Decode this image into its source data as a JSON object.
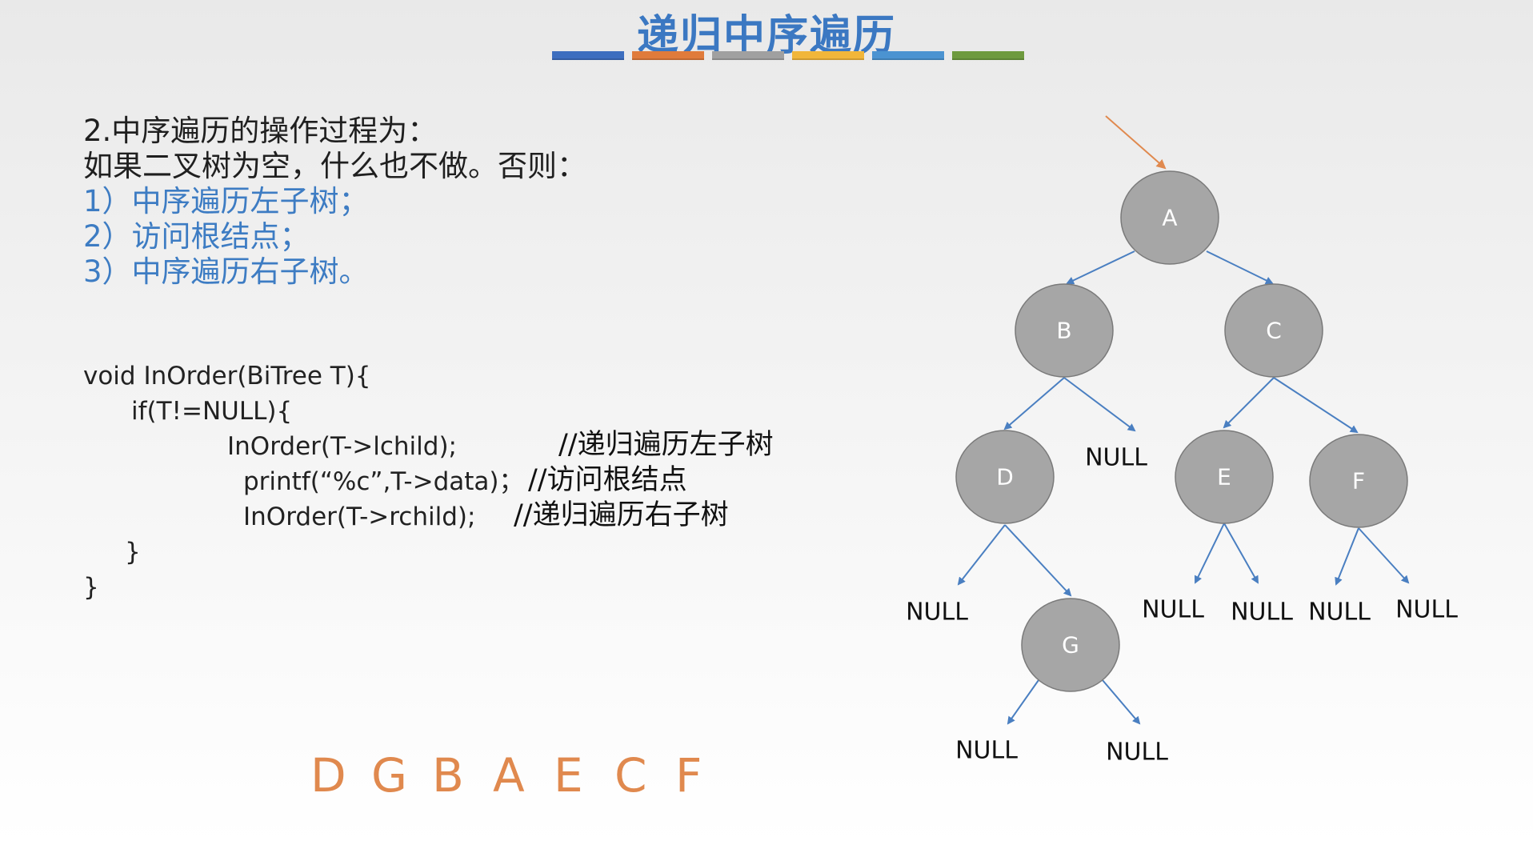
{
  "title": "递归中序遍历",
  "accent_bars": [
    "#3d6ebf",
    "#e07b3b",
    "#a0a0a0",
    "#f1b63a",
    "#4b93d1",
    "#6e9a3e"
  ],
  "steps": {
    "heading": "2.中序遍历的操作过程为：",
    "condition": "如果二叉树为空，什么也不做。否则：",
    "step1": "1）中序遍历左子树；",
    "step2": "2）访问根结点；",
    "step3": "3）中序遍历右子树。"
  },
  "code": {
    "line1": "void InOrder(BiTree T){",
    "line2": "if(T!=NULL){",
    "line3": "InOrder(T->lchild);",
    "comment3": "//递归遍历左子树",
    "line4": "printf(“%c”,T->data)；",
    "comment4": "//访问根结点",
    "line5": "InOrder(T->rchild);",
    "comment5": "//递归遍历右子树",
    "line6": "}",
    "line7": "}"
  },
  "tree": {
    "nodes": {
      "A": "A",
      "B": "B",
      "C": "C",
      "D": "D",
      "E": "E",
      "F": "F",
      "G": "G"
    },
    "null_label": "NULL",
    "node_fill": "#a6a6a6",
    "edge_color": "#4a7fc1",
    "pointer_color": "#e0894e"
  },
  "result": [
    "D",
    "G",
    "B",
    "A",
    "E",
    "C",
    "F"
  ],
  "colors": {
    "title": "#3b78c2",
    "steps_blue": "#3d7cc3",
    "result": "#e0894e"
  }
}
